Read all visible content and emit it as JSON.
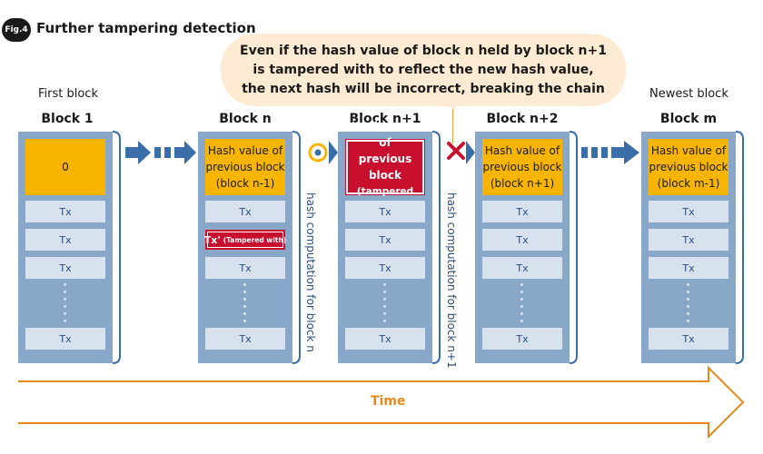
{
  "header": {
    "badge": "Fig.4",
    "title": "Further tampering detection"
  },
  "callout": {
    "lines": [
      "Even if the hash value of block n held by block n+1",
      "is tampered with to reflect the new hash value,",
      "the next hash will be incorrect, breaking the chain"
    ]
  },
  "captions": {
    "first": "First block",
    "newest": "Newest block"
  },
  "blocks": [
    {
      "label": "Block 1",
      "hash_lines": [
        "0"
      ]
    },
    {
      "label": "Block n",
      "hash_lines": [
        "Hash value of",
        "previous block",
        "(block n-1)"
      ]
    },
    {
      "label": "Block n+1",
      "hash_lines": [
        "Hash value of",
        "previous block",
        "(tampered with)"
      ]
    },
    {
      "label": "Block n+2",
      "hash_lines": [
        "Hash value of",
        "previous block",
        "(block n+1)"
      ]
    },
    {
      "label": "Block m",
      "hash_lines": [
        "Hash value of",
        "previous block",
        "(block m-1)"
      ]
    }
  ],
  "tx_label": "Tx",
  "tampered_tx": {
    "main": "Tx'",
    "note": "(Tampered with)"
  },
  "hash_computation": {
    "n": "hash computation for block n",
    "n1": "hash computation for block n+1"
  },
  "time_label": "Time",
  "colors": {
    "block": "#89a7c8",
    "hash": "#f7b500",
    "tampered": "#c8102e",
    "tx": "#d8e2ee",
    "arrow": "#3a6ea8",
    "time": "#e8891c",
    "callout": "#fdebd3"
  }
}
